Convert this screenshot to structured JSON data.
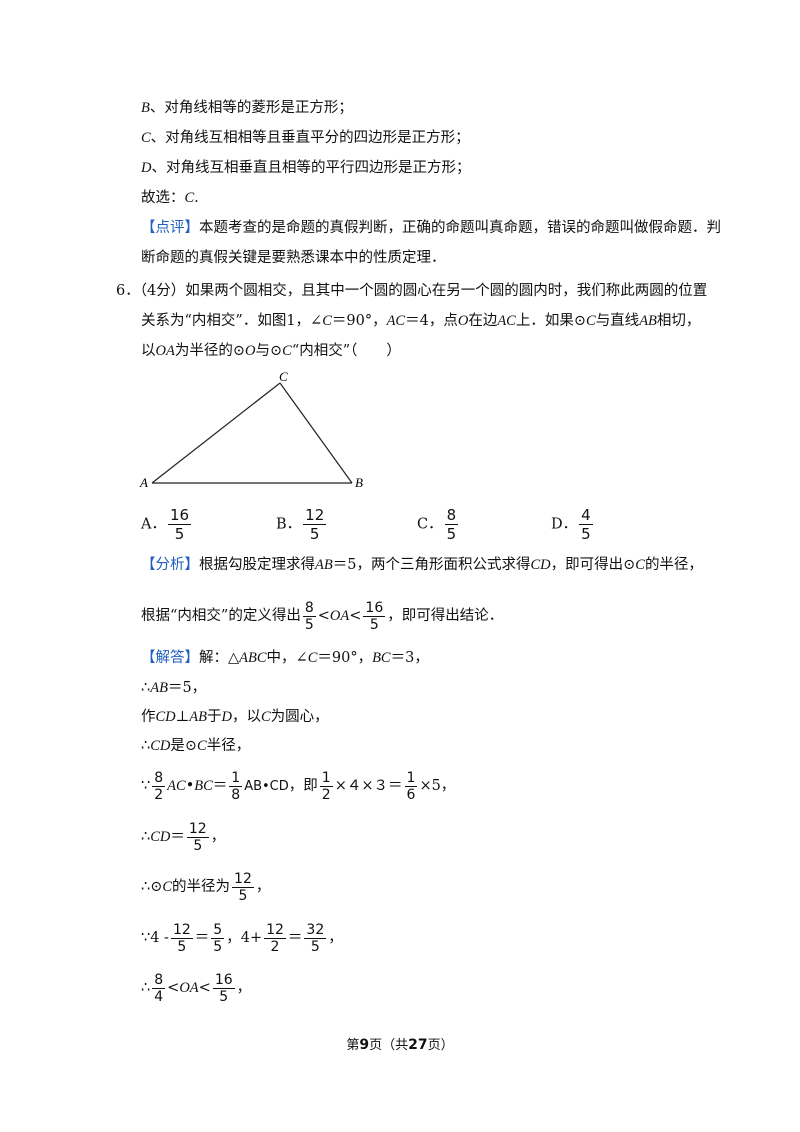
{
  "prev": {
    "b": {
      "letter": "B",
      "text": "、对角线相等的菱形是正方形；"
    },
    "c": {
      "letter": "C",
      "text": "、对角线互相相等且垂直平分的四边形是正方形；"
    },
    "d": {
      "letter": "D",
      "text": "、对角线互相垂直且相等的平行四边形是正方形；"
    },
    "choice": {
      "prefix": "故选：",
      "letter": "C",
      "suffix": "."
    },
    "review": {
      "tag": "【点评】",
      "line1": "本题考查的是命题的真假判断，正确的命题叫真命题，错误的命题叫做假命题．判",
      "line2": "断命题的真假关键是要熟悉课本中的性质定理．"
    }
  },
  "q6": {
    "num": "6．",
    "line1": "（4分）如果两个圆相交，且其中一个圆的圆心在另一个圆的圆内时，我们称此两圆的位置",
    "line2": {
      "a": "关系为“内相交”．如图1，∠",
      "C": "C",
      "b": "＝90°，",
      "AC": "AC",
      "c": "＝4，点",
      "O": "O",
      "d": "在边",
      "AC2": "AC",
      "e": "上．如果⊙",
      "C2": "C",
      "f": "与直线",
      "AB": "AB",
      "g": "相切，"
    },
    "line3": {
      "a": "以",
      "OA": "OA",
      "b": "为半径的⊙",
      "O": "O",
      "c": "与⊙",
      "C": "C",
      "d": "“内相交”（　　）"
    },
    "figure": {
      "A": "A",
      "B": "B",
      "C": "C"
    },
    "options": [
      {
        "label": "A．",
        "num": "16",
        "den": "5"
      },
      {
        "label": "B．",
        "num": "12",
        "den": "5"
      },
      {
        "label": "C．",
        "num": "8",
        "den": "5"
      },
      {
        "label": "D．",
        "num": "4",
        "den": "5"
      }
    ]
  },
  "analysis": {
    "tag": "【分析】",
    "line1": {
      "a": "根据勾股定理求得",
      "AB": "AB",
      "b": "＝5，两个三角形面积公式求得",
      "CD": "CD",
      "c": "，即可得出⊙",
      "C": "C",
      "d": "的半径，"
    },
    "line2": {
      "a": "根据“内相交”的定义得出",
      "n1": "8",
      "d1": "5",
      "lt1": "<",
      "OA": "OA",
      "lt2": "<",
      "n2": "16",
      "d2": "5",
      "b": "，即可得出结论．"
    }
  },
  "solution": {
    "tag": "【解答】",
    "s1": {
      "a": "解：△",
      "ABC": "ABC",
      "b": "中，∠",
      "C": "C",
      "c": "＝90°，",
      "BC": "BC",
      "d": "＝3，"
    },
    "s2": {
      "a": "∴",
      "AB": "AB",
      "b": "＝5，"
    },
    "s3": {
      "a": "作",
      "CD": "CD",
      "b": "⊥",
      "AB": "AB",
      "c": "于",
      "D": "D",
      "d": "，以",
      "C": "C",
      "e": "为圆心，"
    },
    "s4": {
      "a": "∴",
      "CD": "CD",
      "b": "是⊙",
      "C": "C",
      "c": "半径，"
    },
    "s5": {
      "a": "∵",
      "n1": "8",
      "d1": "2",
      "AC": "AC",
      "dot1": "•",
      "BC": "BC",
      "eq": "＝",
      "n2": "1",
      "d2": "8",
      "ABCD": "AB•CD",
      "b": "，即",
      "n3": "1",
      "d3": "2",
      "c": "×４×３＝",
      "n4": "1",
      "d4": "6",
      "d": "×5，"
    },
    "s6": {
      "a": "∴",
      "CD": "CD",
      "b": "＝",
      "n": "12",
      "d": "5",
      "c": "，"
    },
    "s7": {
      "a": "∴⊙",
      "C": "C",
      "b": "的半径为",
      "n": "12",
      "d": "5",
      "c": "，"
    },
    "s8": {
      "a": "∵4 -",
      "n1": "12",
      "d1": "5",
      "b": "＝",
      "n2": "5",
      "d2": "5",
      "c": "，4+",
      "n3": "12",
      "d3": "2",
      "d": "＝",
      "n4": "32",
      "d4": "5",
      "e": "，"
    },
    "s9": {
      "a": "∴",
      "n1": "8",
      "d1": "4",
      "lt1": "<",
      "OA": "OA",
      "lt2": "<",
      "n2": "16",
      "d2": "5",
      "b": "，"
    }
  },
  "footer": {
    "a": "第",
    "page": "9",
    "b": "页（共",
    "total": "27",
    "c": "页）"
  }
}
